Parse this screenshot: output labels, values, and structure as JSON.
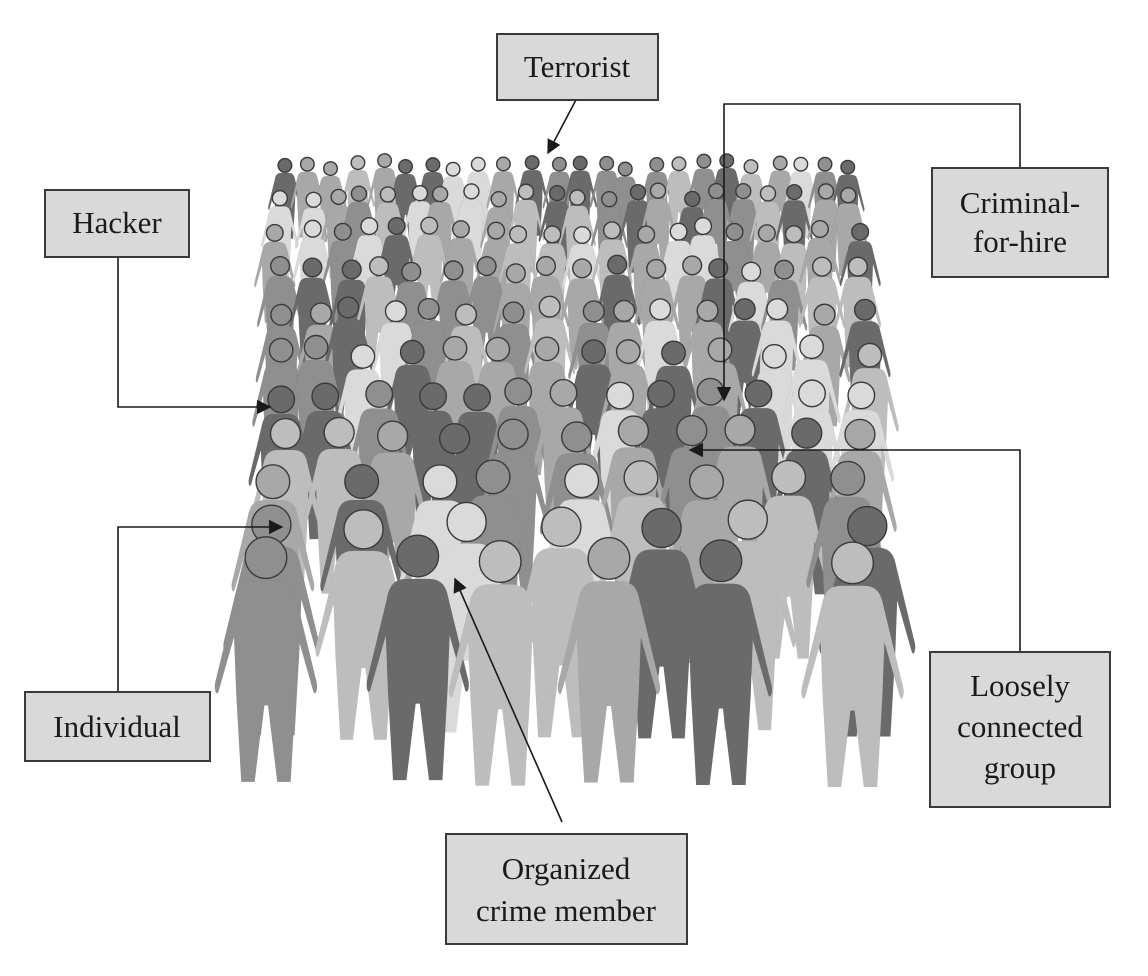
{
  "labels": {
    "terrorist": "Terrorist",
    "hacker": "Hacker",
    "criminal": [
      "Criminal-",
      "for-hire"
    ],
    "individual": "Individual",
    "loosely": [
      "Loosely",
      "connected",
      "group"
    ],
    "organized": [
      "Organized",
      "crime member"
    ]
  },
  "colors": {
    "box_fill": "#d9d9d9",
    "box_stroke": "#3a3a3a",
    "figure_outline": "#3a3a3a",
    "figure_shades": [
      "#6a6a6a",
      "#8f8f8f",
      "#a8a8a8",
      "#bdbdbd",
      "#dadada"
    ]
  }
}
